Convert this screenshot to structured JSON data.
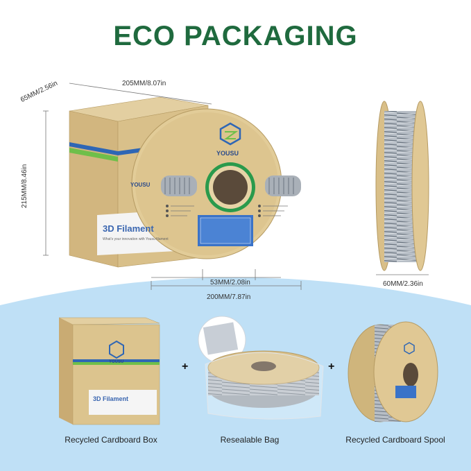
{
  "title": "ECO PACKAGING",
  "dimensions": {
    "box_depth": "65MM/2.56in",
    "box_width": "205MM/8.07in",
    "box_height": "215MM/8.46in",
    "spool_hole": "53MM/2.08in",
    "spool_diameter": "200MM/7.87in",
    "spool_width": "60MM/2.36in"
  },
  "brand": "YOUSU",
  "box_label": "3D Filament",
  "box_sub": "What's your innovation with Yousu filament",
  "captions": {
    "box": "Recycled Cardboard Box",
    "bag": "Resealable Bag",
    "spool": "Recycled Cardboard Spool"
  },
  "plus": "+",
  "colors": {
    "title_green": "#1f6a3e",
    "kraft": "#d7c08e",
    "sky_blue": "#b9ddf5",
    "stripe_blue": "#2e66b5",
    "stripe_green": "#6fbf4a"
  }
}
